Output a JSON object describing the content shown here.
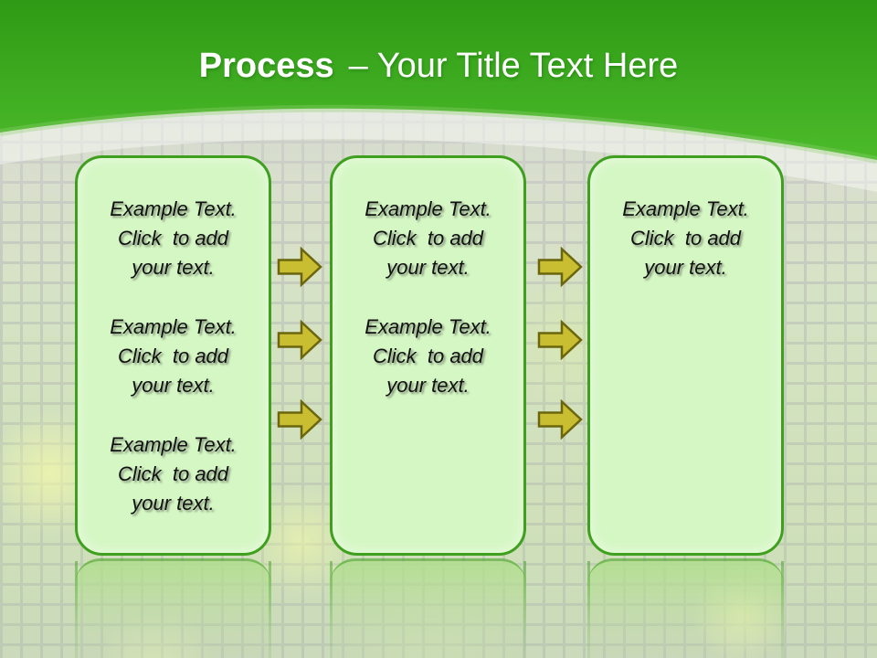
{
  "slide": {
    "title": {
      "keyword": "Process",
      "separator": "–",
      "text": "Your Title Text Here"
    },
    "boxes": [
      {
        "paragraphs": [
          "Example Text.\nClick  to add\nyour text.",
          "Example Text.\nClick  to add\nyour text.",
          "Example Text.\nClick  to add\nyour text."
        ]
      },
      {
        "paragraphs": [
          "Example Text.\nClick  to add\nyour text.",
          "Example Text.\nClick  to add\nyour text."
        ]
      },
      {
        "paragraphs": [
          "Example Text.\nClick  to add\nyour text."
        ]
      }
    ],
    "colors": {
      "header_top": "#2e9a15",
      "header_bottom": "#4cbb2a",
      "header_rim": "#8ed06f",
      "box_fill": "#d5f7c4",
      "box_border": "#3f9f1e",
      "arrow_fill": "#c9bd32",
      "arrow_stroke": "#6b660e",
      "title_text": "#ffffff",
      "body_text": "#111111"
    }
  }
}
